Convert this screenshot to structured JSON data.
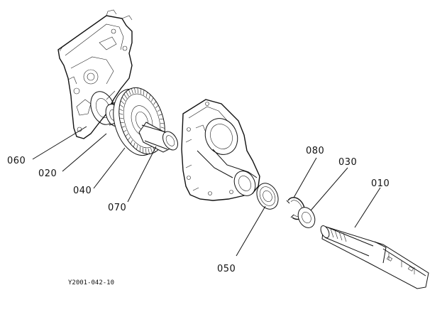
{
  "labels": {
    "p060": "060",
    "p020": "020",
    "p040": "040",
    "p070": "070",
    "p050": "050",
    "p080": "080",
    "p030": "030",
    "p010": "010"
  },
  "reference_code": "Y2001-042-10"
}
